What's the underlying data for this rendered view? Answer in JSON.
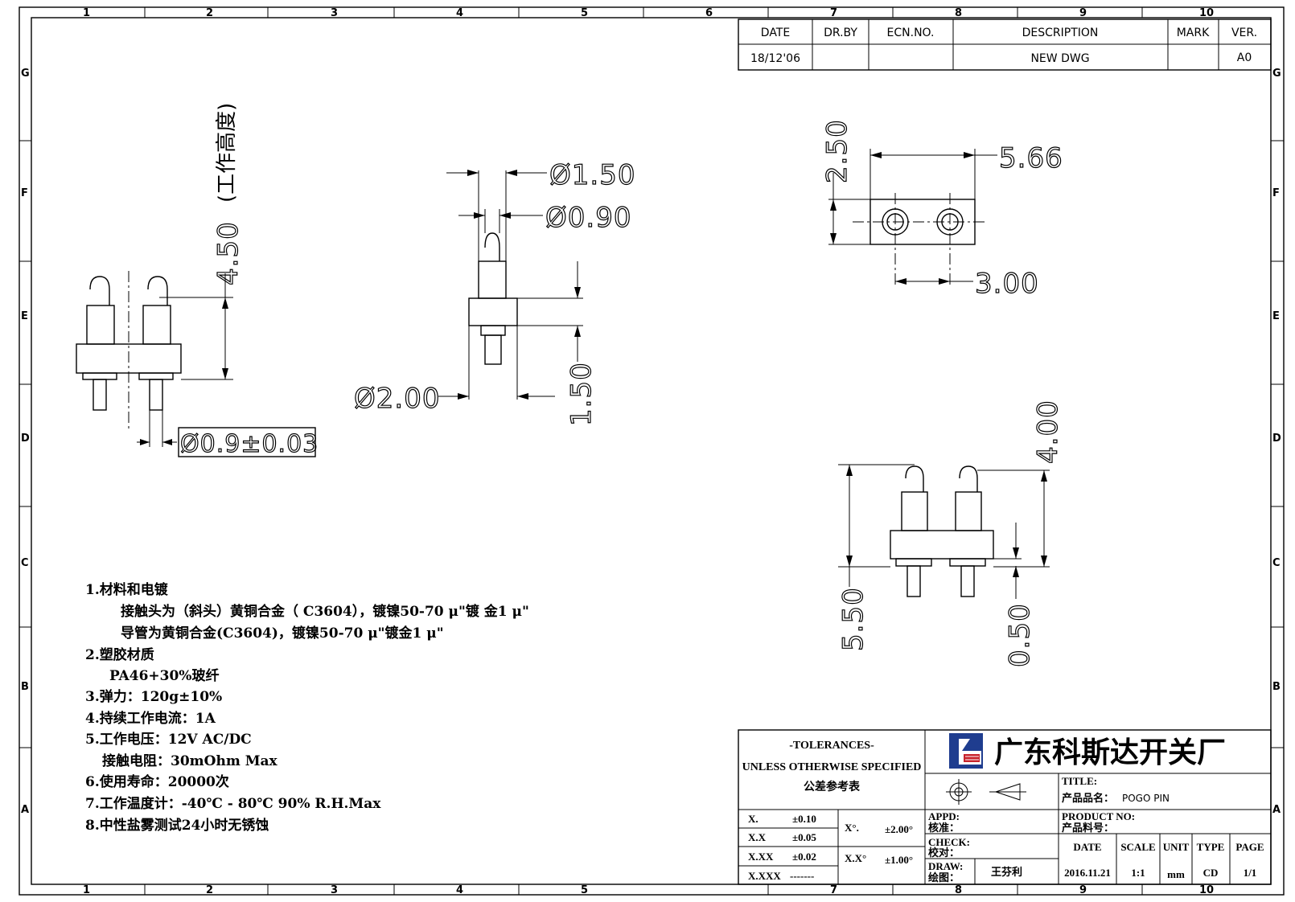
{
  "revision_block": {
    "headers": [
      "DATE",
      "DR.BY",
      "ECN.NO.",
      "DESCRIPTION",
      "MARK",
      "VER."
    ],
    "row": [
      "18/12'06",
      "",
      "",
      "NEW DWG",
      "",
      "A0"
    ]
  },
  "zones": {
    "columns": [
      "1",
      "2",
      "3",
      "4",
      "5",
      "6",
      "7",
      "8",
      "9",
      "10"
    ],
    "columns_bottom": [
      "1",
      "2",
      "3",
      "4",
      "5",
      "7",
      "8",
      "9",
      "10"
    ],
    "rows": [
      "G",
      "F",
      "E",
      "D",
      "C",
      "B",
      "A"
    ]
  },
  "dimensions": {
    "left_view_height": "4.50",
    "left_view_height_note": "(工作高度)",
    "left_view_pin_dia": "Ø0.9±0.03",
    "middle_dia_head": "Ø1.50",
    "middle_dia_tip": "Ø0.90",
    "middle_dia_body": "Ø2.00",
    "middle_tail": "1.50",
    "top_width": "5.66",
    "top_height": "2.50",
    "top_pitch": "3.00",
    "right_total": "5.50",
    "right_upper": "4.00",
    "right_shoulder": "0.50"
  },
  "notes": [
    "1.材料和电镀",
    "接触头为（斜头）黄铜合金（ C3604），镀镍50-70 μ\"镀 金1 μ\"",
    "导管为黄铜合金(C3604)，镀镍50-70 μ\"镀金1 μ\"",
    "2.塑胶材质",
    "PA46+30%玻纤",
    "3.弹力：120g±10%",
    "4.持续工作电流：1A",
    "5.工作电压：12V AC/DC",
    "接触电阻：30mOhm Max",
    "6.使用寿命：20000次",
    "7.工作温度计：-40℃ - 80℃   90% R.H.Max",
    "8.中性盐雾测试24小时无锈蚀"
  ],
  "title_block": {
    "tolerances_title": "-TOLERANCES-",
    "tolerances_sub": "UNLESS OTHERWISE SPECIFIED",
    "tolerances_cn": "公差参考表",
    "tol_rows": [
      {
        "label": "X.",
        "value": "±0.10"
      },
      {
        "label": "X.X",
        "value": "±0.05"
      },
      {
        "label": "X.XX",
        "value": "±0.02"
      },
      {
        "label": "X.XXX",
        "value": "-------"
      }
    ],
    "angle_rows": [
      {
        "label": "X°.",
        "value": "±2.00°"
      },
      {
        "label": "X.X°",
        "value": "±1.00°"
      }
    ],
    "company": "广东科斯达开关厂",
    "title_label": "TITLE:",
    "product_name_label": "产品品名：",
    "product_name": "POGO PIN",
    "product_no_label": "PRODUCT NO:",
    "product_no_cn": "产品料号：",
    "appd_label": "APPD:",
    "appd_cn": "核准：",
    "check_label": "CHECK:",
    "check_cn": "校对：",
    "draw_label": "DRAW:",
    "draw_cn": "绘图：",
    "drawer": "王芬利",
    "meta_headers": [
      "DATE",
      "SCALE",
      "UNIT",
      "TYPE",
      "PAGE"
    ],
    "meta_values": [
      "2016.11.21",
      "1:1",
      "mm",
      "CD",
      "1/1"
    ]
  },
  "colors": {
    "logo_blue": "#1f3d8f",
    "logo_red": "#c8232c",
    "line": "#000000"
  }
}
